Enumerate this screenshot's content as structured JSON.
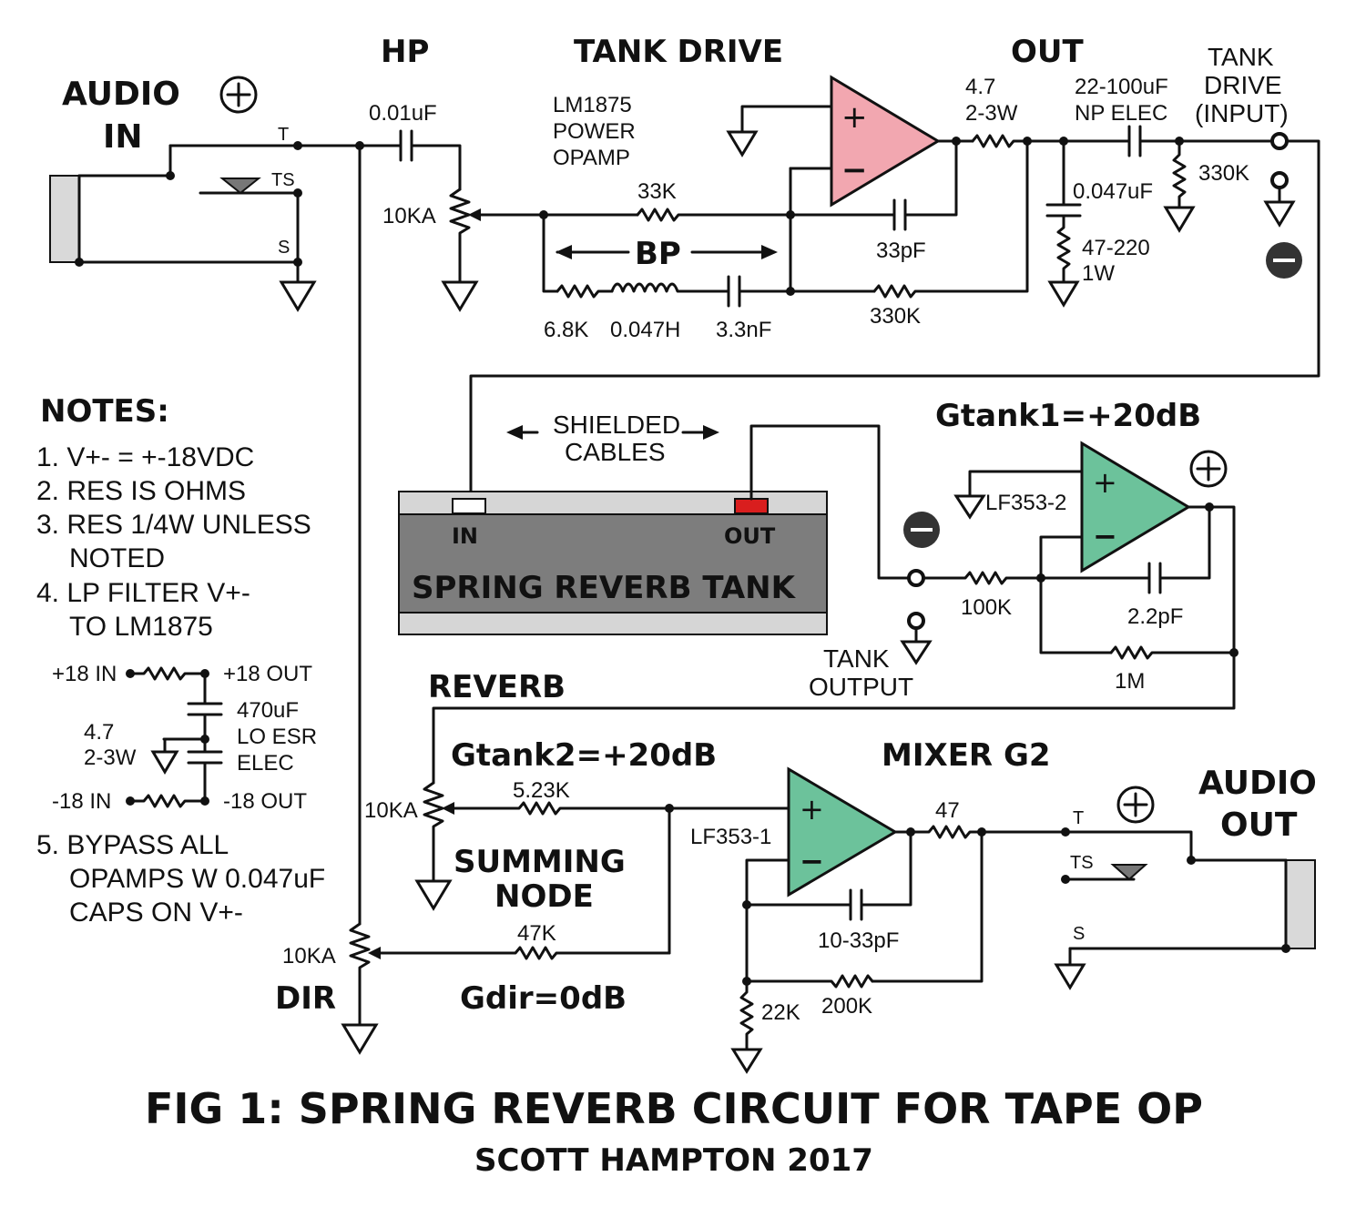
{
  "colors": {
    "power_opamp": "#f2a7b0",
    "opamp_green": "#6cc29b",
    "tank_body": "#7d7d7d",
    "tank_rail": "#d6d6d6",
    "tank_out_pad": "#d91e1e",
    "jack_body": "#d9d9d9",
    "minus_badge": "#333333"
  },
  "sections": {
    "audio_in": "AUDIO IN",
    "hp": "HP",
    "tank_drive": "TANK DRIVE",
    "out": "OUT",
    "bp": "BP",
    "gtank1": "Gtank1=+20dB",
    "reverb": "REVERB",
    "gtank2": "Gtank2=+20dB",
    "mixer": "MIXER G2",
    "summing_node": "SUMMING NODE",
    "audio_out": "AUDIO OUT",
    "dir": "DIR",
    "gdir": "Gdir=0dB"
  },
  "components": {
    "c_hp": "0.01uF",
    "pot_hp": "10KA",
    "ic1_line1": "LM1875",
    "ic1_line2": "POWER",
    "ic1_line3": "OPAMP",
    "r_33k": "33K",
    "c_33p": "33pF",
    "r_68k": "6.8K",
    "l_bp": "0.047H",
    "c_bp": "3.3nF",
    "r_330k_fb": "330K",
    "r_out_1": "4.7",
    "r_out_2": "2-3W",
    "c_out_1": "22-100uF",
    "c_out_2": "NP ELEC",
    "c_zobel": "0.047uF",
    "r_zobel_1": "47-220",
    "r_zobel_2": "1W",
    "r_330k_load": "330K",
    "tank_drive_1": "TANK",
    "tank_drive_2": "DRIVE",
    "tank_drive_3": "(INPUT)",
    "shielded_1": "SHIELDED",
    "shielded_2": "CABLES",
    "tank_in": "IN",
    "tank_out": "OUT",
    "tank_name": "SPRING REVERB TANK",
    "ic2": "LF353-2",
    "r_100k": "100K",
    "c_22p": "2.2pF",
    "r_1m": "1M",
    "tank_output_1": "TANK",
    "tank_output_2": "OUTPUT",
    "pot_rev": "10KA",
    "r_523k": "5.23K",
    "r_47k": "47K",
    "pot_dir": "10KA",
    "ic3": "LF353-1",
    "r_47": "47",
    "c_mix": "10-33pF",
    "r_22k": "22K",
    "r_200k": "200K",
    "jack_t": "T",
    "jack_ts": "TS",
    "jack_s": "S"
  },
  "notes": {
    "title": "NOTES:",
    "n1": "1. V+- = +-18VDC",
    "n2": "2. RES IS OHMS",
    "n3a": "3. RES 1/4W UNLESS",
    "n3b": "NOTED",
    "n4a": "4. LP FILTER V+-",
    "n4b": "TO LM1875",
    "n5a": "5. BYPASS ALL",
    "n5b": "OPAMPS W 0.047uF",
    "n5c": "CAPS ON V+-",
    "filter": {
      "p_in": "+18 IN",
      "p_out": "+18 OUT",
      "n_in": "-18 IN",
      "n_out": "-18 OUT",
      "cap1": "470uF",
      "cap2": "LO ESR",
      "cap3": "ELEC",
      "res1": "4.7",
      "res2": "2-3W"
    }
  },
  "title": "FIG 1: SPRING REVERB CIRCUIT FOR TAPE OP",
  "subtitle": "SCOTT HAMPTON 2017"
}
